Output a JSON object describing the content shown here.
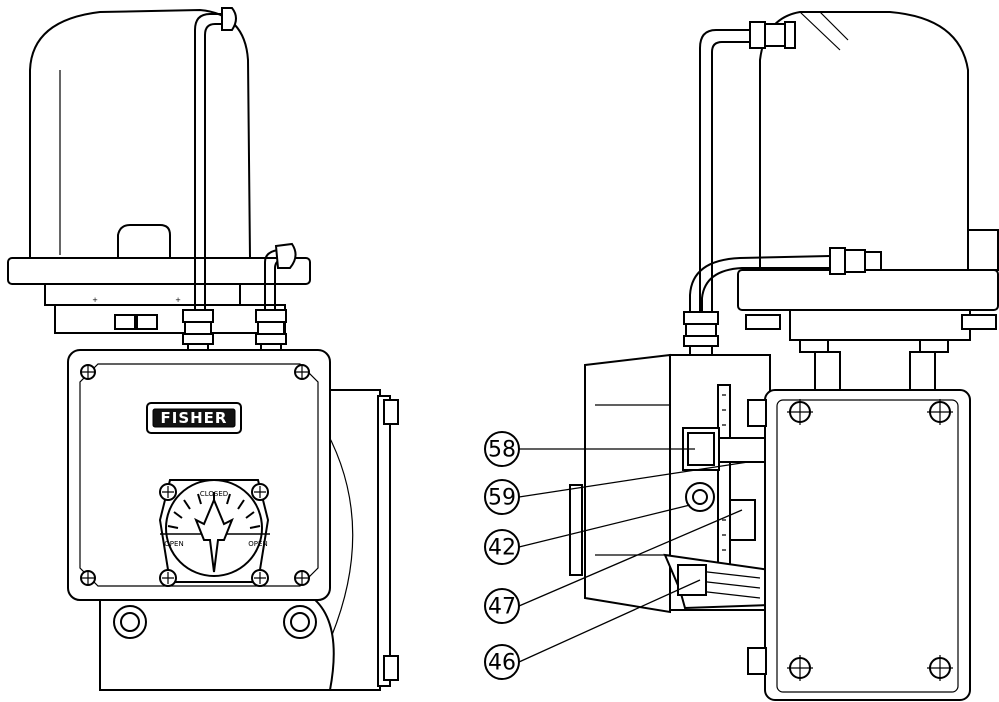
{
  "left_view": {
    "brand_logo": "FISHER",
    "dial_labels": {
      "closed": "CLOSED",
      "open_left": "OPEN",
      "open_right": "OPEN"
    }
  },
  "callouts": [
    {
      "id": "58",
      "label": "58"
    },
    {
      "id": "59",
      "label": "59"
    },
    {
      "id": "42",
      "label": "42"
    },
    {
      "id": "47",
      "label": "47"
    },
    {
      "id": "46",
      "label": "46"
    }
  ]
}
